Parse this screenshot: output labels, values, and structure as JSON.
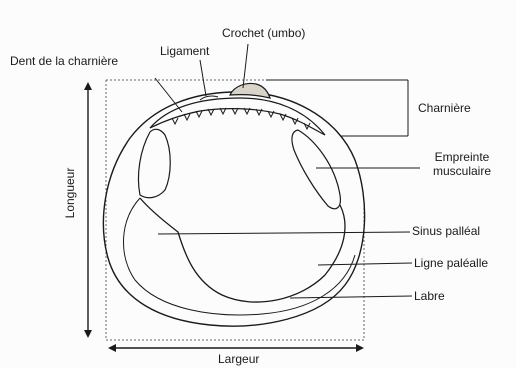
{
  "labels": {
    "crochet": "Crochet (umbo)",
    "ligament": "Ligament",
    "dent": "Dent de la charnière",
    "charniere": "Charnière",
    "empreinte_line1": "Empreinte",
    "empreinte_line2": "musculaire",
    "sinus": "Sinus palléal",
    "ligne": "Ligne paléalle",
    "labre": "Labre",
    "longueur": "Longueur",
    "largeur": "Largeur"
  },
  "colors": {
    "line": "#1a1a1a",
    "umbo_fill": "#d9d4c8",
    "dotted": "#555555"
  }
}
